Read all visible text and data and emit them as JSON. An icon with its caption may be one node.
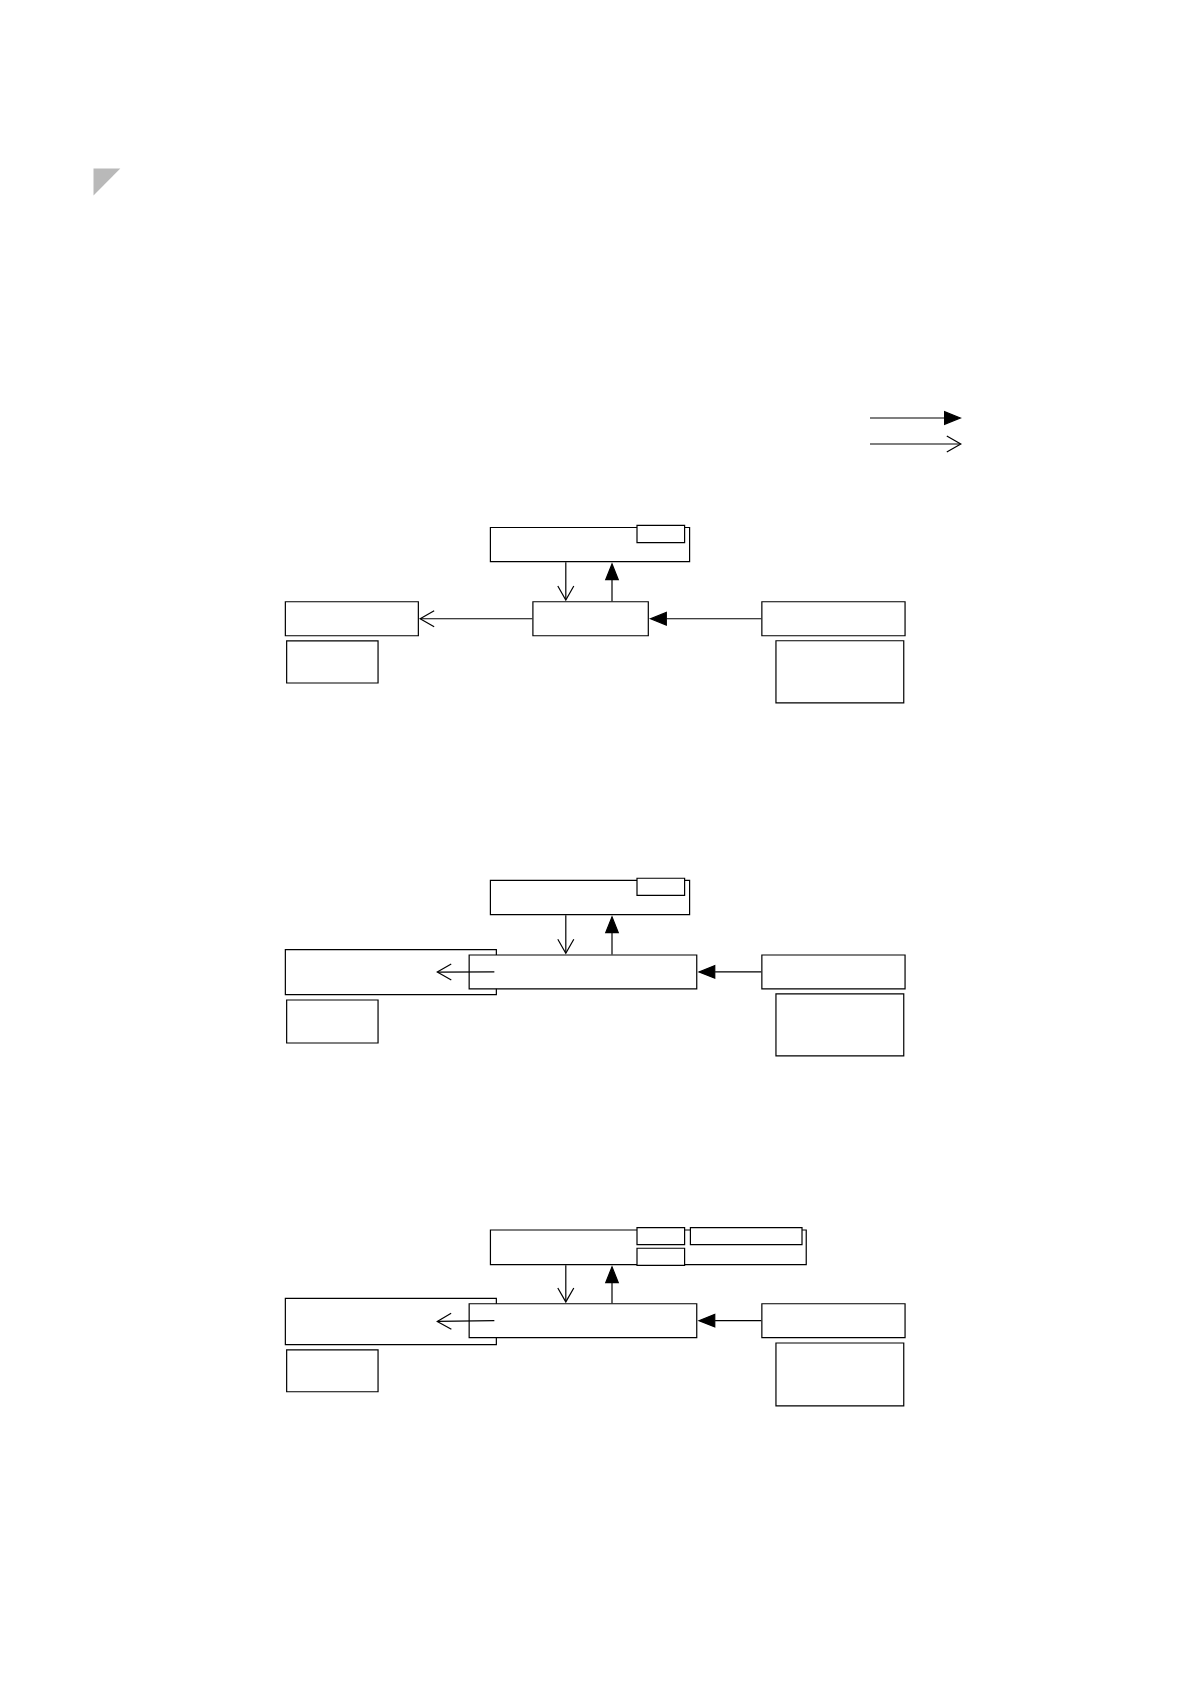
{
  "diagram": {
    "nodes": [
      {
        "text": [],
        "shape": "box"
      },
      {
        "text": [],
        "shape": "box",
        "in": 0
      },
      {
        "text": [],
        "shape": "box"
      },
      {
        "text": [],
        "shape": "box"
      },
      {
        "text": [],
        "shape": "box"
      },
      {
        "text": [],
        "shape": "box"
      },
      {
        "text": [],
        "shape": "box"
      },
      {
        "text": [],
        "shape": "box"
      },
      {
        "text": [],
        "shape": "box",
        "in": 7
      },
      {
        "text": [],
        "shape": "box"
      },
      {
        "text": [],
        "shape": "box"
      },
      {
        "text": [],
        "shape": "box"
      },
      {
        "text": [],
        "shape": "box"
      },
      {
        "text": [],
        "shape": "box"
      },
      {
        "text": [],
        "shape": "box"
      },
      {
        "text": [],
        "shape": "box",
        "in": 14
      },
      {
        "text": [],
        "shape": "box",
        "in": 14
      },
      {
        "text": [],
        "shape": "box",
        "in": 14
      },
      {
        "text": [],
        "shape": "box"
      },
      {
        "text": [],
        "shape": "box"
      },
      {
        "text": [],
        "shape": "box"
      },
      {
        "text": [],
        "shape": "box"
      },
      {
        "text": [],
        "shape": "box"
      }
    ],
    "edges": [
      {
        "from": 0,
        "to": 3,
        "arrow": "to"
      },
      {
        "from": 3,
        "to": 0,
        "arrow": "to"
      },
      {
        "from": 3,
        "to": 2,
        "arrow": "to"
      },
      {
        "from": 4,
        "to": 3,
        "arrow": "to"
      },
      {
        "from": 7,
        "to": 10,
        "arrow": "to"
      },
      {
        "from": 10,
        "to": 7,
        "arrow": "to"
      },
      {
        "from": 10,
        "to": 9,
        "arrow": "to"
      },
      {
        "from": 11,
        "to": 10,
        "arrow": "to"
      },
      {
        "from": 14,
        "to": 19,
        "arrow": "to"
      },
      {
        "from": 19,
        "to": 14,
        "arrow": "to"
      },
      {
        "from": 19,
        "to": 18,
        "arrow": "to"
      },
      {
        "from": 20,
        "to": 19,
        "arrow": "to"
      }
    ]
  }
}
